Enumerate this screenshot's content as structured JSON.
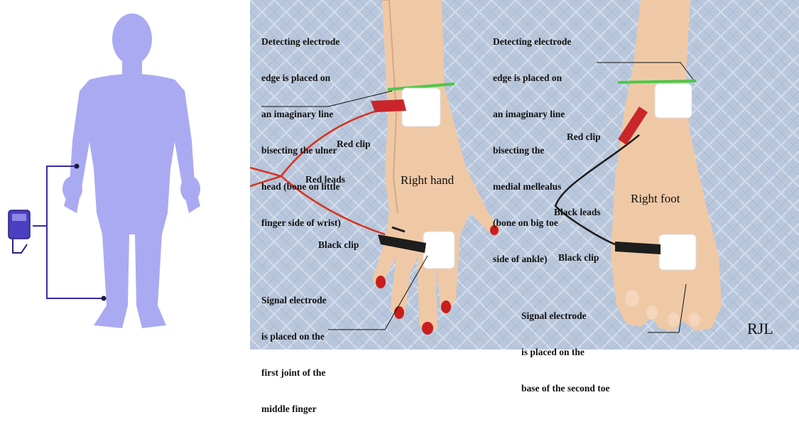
{
  "figure": {
    "photo": {
      "wrist_note": [
        "Detecting electrode",
        "edge is placed on",
        "an imaginary line",
        "bisecting the ulner",
        "head (bone on little",
        "finger side of wrist)"
      ],
      "ankle_note": [
        "Detecting electrode",
        "edge is placed on",
        "an imaginary line",
        "bisecting the",
        "medial mellealus",
        "(bone on big toe",
        "side of ankle)"
      ],
      "hand_signal_note": [
        "Signal electrode",
        "is placed on the",
        "first joint of the",
        "middle finger"
      ],
      "foot_signal_note": [
        "Signal electrode",
        "is placed on the",
        "base of the second toe"
      ],
      "labels": {
        "red_clip_hand": "Red clip",
        "red_leads": "Red leads",
        "black_clip_hand": "Black clip",
        "right_hand": "Right hand",
        "red_clip_foot": "Red clip",
        "black_leads": "Black leads",
        "black_clip_foot": "Black clip",
        "right_foot": "Right foot"
      },
      "signature": "RJL"
    },
    "colors": {
      "silhouette": "#aaaaf2",
      "wire": "#3a2aa8",
      "device": "#4a3fc0",
      "background_pattern": "#b9c7dc",
      "skin": "#efc9a6",
      "red_lead": "#d8321e",
      "black_lead": "#1d1d1d",
      "green_line": "#4cc84a",
      "electrode": "#ffffff"
    }
  }
}
